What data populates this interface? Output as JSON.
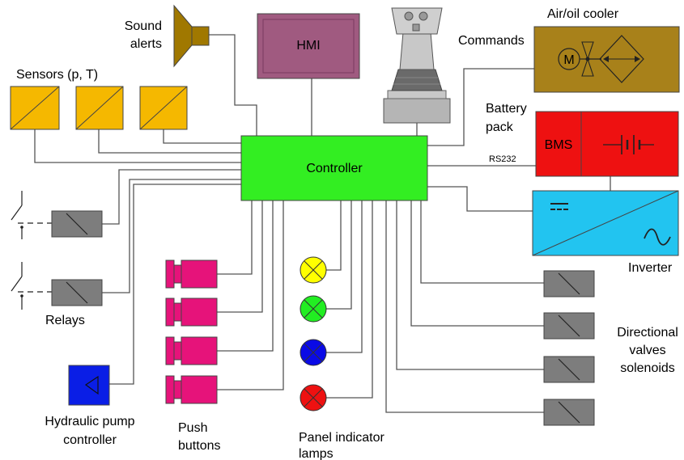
{
  "labels": {
    "sound_alerts": [
      "Sound",
      "alerts"
    ],
    "hmi": "HMI",
    "commands": "Commands",
    "cooler": "Air/oil cooler",
    "motor_symbol": "M",
    "sensors": "Sensors (p, T)",
    "battery": [
      "Battery",
      "pack"
    ],
    "bms": "BMS",
    "rs232": "RS232",
    "controller": "Controller",
    "inverter": "Inverter",
    "relays": "Relays",
    "valves": [
      "Directional",
      "valves",
      "solenoids"
    ],
    "pump": [
      "Hydraulic pump",
      "controller"
    ],
    "push": [
      "Push",
      "buttons"
    ],
    "lamps": [
      "Panel indicator",
      "lamps"
    ]
  },
  "colors": {
    "controller": "#33ee22",
    "hmi": "#a05a80",
    "cooler": "#a8811a",
    "sensor": "#f5b800",
    "battery": "#ee1111",
    "inverter": "#22c4f0",
    "relay": "#7d7d7d",
    "pump": "#0a1ee6",
    "button": "#e6137a",
    "speaker": "#a07800",
    "lamps": [
      "#ffff00",
      "#22ee22",
      "#0a0ae6",
      "#ee1111"
    ]
  }
}
